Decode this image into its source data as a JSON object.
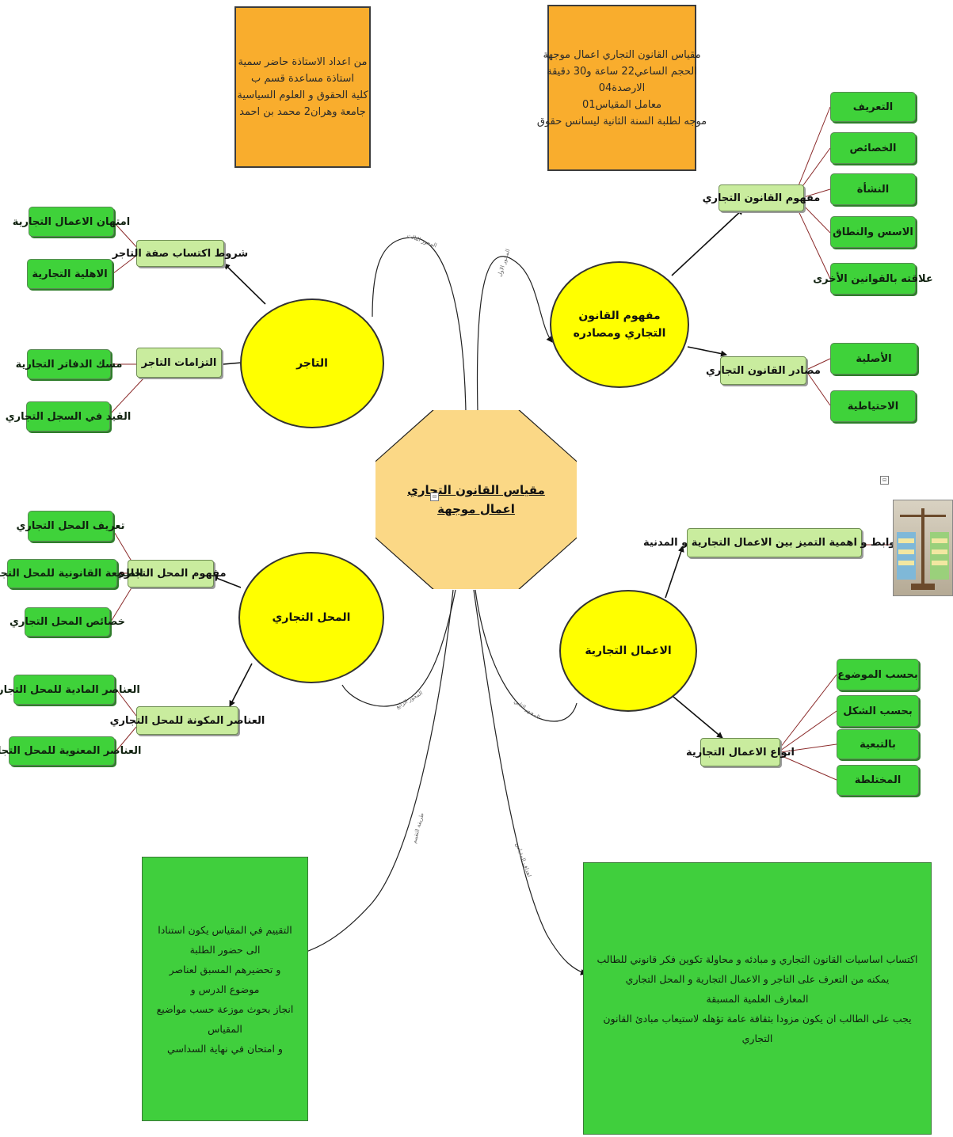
{
  "info_left": {
    "lines": [
      "من اعداد الاستاذة حاضر سمية",
      "استاذة مساعدة قسم ب",
      "كلية الحقوق و العلوم السياسية",
      "جامعة وهران2 محمد بن احمد"
    ]
  },
  "info_right": {
    "lines": [
      "مقياس القانون التجاري اعمال موجهة",
      "الحجم الساعي22 ساعة و30 دقيقة",
      "الارصدة04",
      "معامل المقياس01",
      "موجه لطلبة السنة الثانية ليسانس حقوق"
    ]
  },
  "central": {
    "line1": "مقياس القانون التجاري",
    "line2": "اعمال موجهة"
  },
  "branches": {
    "concept": {
      "circle": "مفهوم القانون التجاري ومصادره",
      "edge_label": "المحور الاول",
      "sub1": "مفهوم القانون التجاري",
      "sub1_leaves": [
        "التعريف",
        "الخصائص",
        "النشأة",
        "الاسس والنطاق",
        "علاقته بالقوانين الأخرى"
      ],
      "sub2": "مصادر القانون التجاري",
      "sub2_leaves": [
        "الأصلية",
        "الاحتياطية"
      ]
    },
    "merchant": {
      "circle": "التاجر",
      "edge_label": "المحور الثالث",
      "sub1": "شروط اكتساب صفة التاجر",
      "sub1_leaves": [
        "امتهان الاعمال التجارية",
        "الاهلية التجارية"
      ],
      "sub2": "التزامات التاجر",
      "sub2_leaves": [
        "مسك الدفاتر التجارية",
        "القيد في السجل التجاري"
      ]
    },
    "shop": {
      "circle": "المحل التجاري",
      "edge_label": "المحور الرابع",
      "sub1": "مفهوم المحل التجاري",
      "sub1_leaves": [
        "تعريف المحل التجاري",
        "الطبيعة القانونية للمحل التجاري",
        "خصائص المحل التجاري"
      ],
      "sub2": "العناصر المكونة للمحل التجاري",
      "sub2_leaves": [
        "العناصر المادية للمحل التجاري",
        "العناصر المعنوية للمحل التجاري"
      ]
    },
    "acts": {
      "circle": "الاعمال التجارية",
      "edge_label": "المحور الثاني",
      "sub1": "ضوابط و اهمية التميز بين الاعمال التجارية و المدنية",
      "sub2": "انواع الاعمال التجارية",
      "sub2_leaves": [
        "بحسب الموضوع",
        "بحسب الشكل",
        "بالتبعية",
        "المختلطة"
      ]
    }
  },
  "evaluation": {
    "edge_label": "طريقة التقييم",
    "lines": [
      "التقييم في المقياس يكون استنادا الى حضور الطلبة",
      "و تحضيرهم المسبق لعناصر موضوع الدرس و",
      "انجاز بحوث موزعة حسب مواضيع المقياس",
      "و امتحان في نهاية السداسي"
    ]
  },
  "objectives": {
    "edge_label": "اهداف المقياس",
    "lines": [
      "اكتساب اساسيات القانون التجاري و مبادئه و محاولة تكوين فكر قانوني للطالب",
      "يمكنه من التعرف على التاجر و الاعمال التجارية  و المحل التجاري",
      "المعارف العلمية المسبقة",
      "يجب على الطالب ان يكون مزودا بثقافة عامة تؤهله لاستيعاب مبادئ القانون",
      "التجاري"
    ]
  },
  "colors": {
    "circle": "#ffff00",
    "leaf": "#3fd23a",
    "sub": "#c9ec9e",
    "info": "#f9ad2d",
    "central": "#fbd886",
    "link": "#8b2b2b"
  }
}
